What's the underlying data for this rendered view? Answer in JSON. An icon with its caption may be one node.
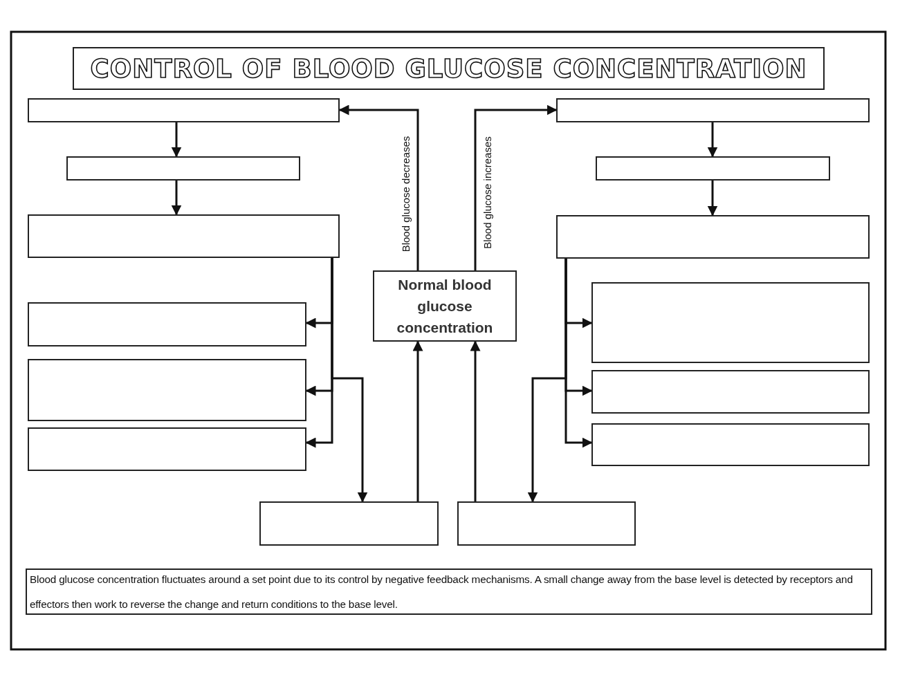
{
  "diagram": {
    "title": "CONTROL OF BLOOD GLUCOSE CONCENTRATION",
    "nodes": [
      {
        "text": [],
        "shape": "box"
      },
      {
        "text": [],
        "shape": "box"
      },
      {
        "text": [],
        "shape": "box"
      },
      {
        "text": [],
        "shape": "box"
      },
      {
        "text": [],
        "shape": "box"
      },
      {
        "text": [],
        "shape": "box"
      },
      {
        "text": [
          "Normal blood glucose concentration"
        ]
      },
      {
        "text": [],
        "shape": "box"
      },
      {
        "text": [],
        "shape": "box"
      },
      {
        "text": [],
        "shape": "box"
      },
      {
        "text": [],
        "shape": "box"
      },
      {
        "text": [],
        "shape": "box"
      },
      {
        "text": [],
        "shape": "box"
      },
      {
        "text": [],
        "shape": "box"
      },
      {
        "text": [],
        "shape": "box"
      },
      {
        "text": [
          "Blood glucose concentration fluctuates around a set point due to its control by negative feedback mechanisms. A small change away from the base level is detected by receptors and effectors then work to reverse the change and return conditions to the base level."
        ]
      }
    ],
    "edges": [
      {
        "from": 6,
        "to": 0,
        "arrow": "to",
        "label": "Blood glucose decreases"
      },
      {
        "from": 6,
        "to": 7,
        "arrow": "to",
        "label": "Blood glucose increases"
      },
      {
        "from": 0,
        "to": 1,
        "arrow": "to"
      },
      {
        "from": 1,
        "to": 2,
        "arrow": "to"
      },
      {
        "from": 7,
        "to": 8,
        "arrow": "to"
      },
      {
        "from": 8,
        "to": 9,
        "arrow": "to"
      },
      {
        "from": 2,
        "to": 3,
        "arrow": "to"
      },
      {
        "from": 2,
        "to": 4,
        "arrow": "to"
      },
      {
        "from": 2,
        "to": 5,
        "arrow": "to"
      },
      {
        "from": 2,
        "to": 13,
        "arrow": "to"
      },
      {
        "from": 9,
        "to": 10,
        "arrow": "to"
      },
      {
        "from": 9,
        "to": 11,
        "arrow": "to"
      },
      {
        "from": 9,
        "to": 12,
        "arrow": "to"
      },
      {
        "from": 9,
        "to": 14,
        "arrow": "to"
      },
      {
        "from": 13,
        "to": 6,
        "arrow": "to"
      },
      {
        "from": 14,
        "to": 6,
        "arrow": "to"
      }
    ]
  }
}
